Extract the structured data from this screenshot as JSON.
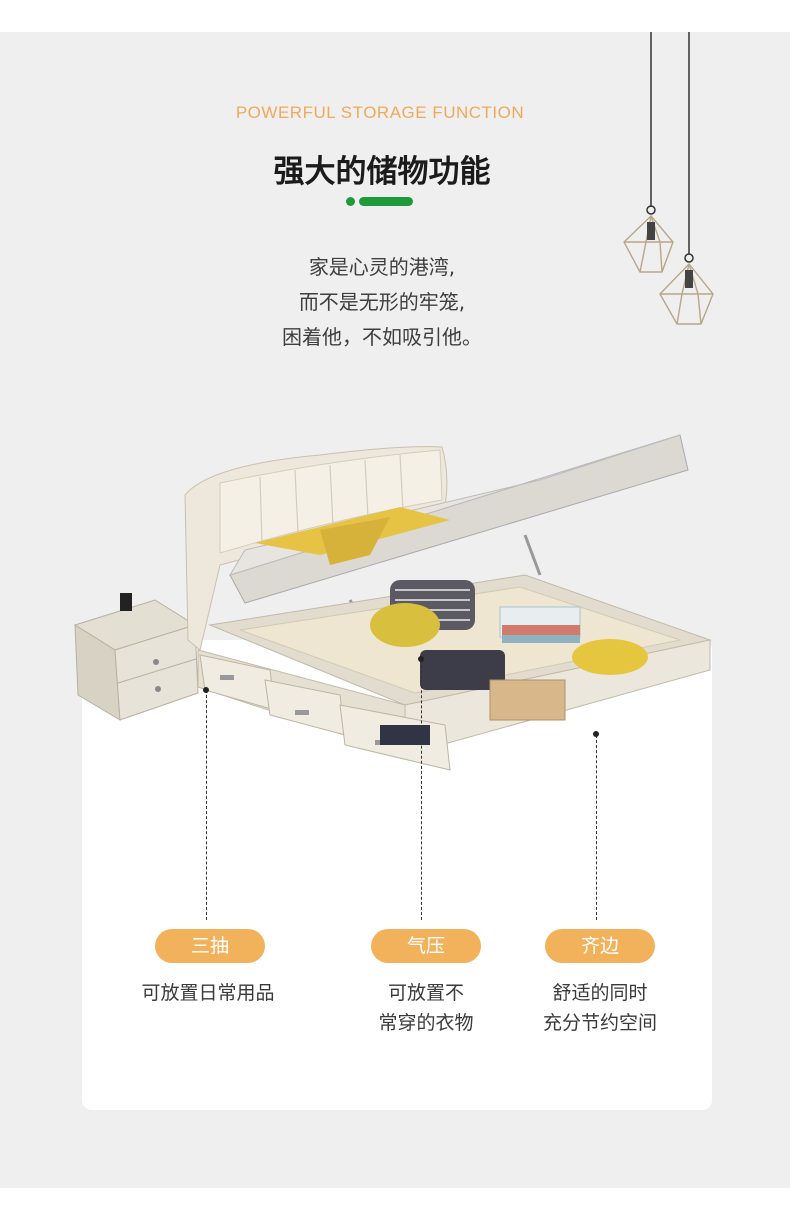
{
  "header": {
    "eyebrow": "POWERFUL STORAGE FUNCTION",
    "title": "强大的储物功能"
  },
  "intro": {
    "lines": [
      "家是心灵的港湾,",
      "而不是无形的牢笼,",
      "困着他，不如吸引他。"
    ]
  },
  "features": [
    {
      "label": "三抽",
      "lines": [
        "可放置日常用品"
      ]
    },
    {
      "label": "气压",
      "lines": [
        "可放置不",
        "常穿的衣物"
      ]
    },
    {
      "label": "齐边",
      "lines": [
        "舒适的同时",
        "充分节约空间"
      ]
    }
  ],
  "colors": {
    "accent_orange": "#f2b25c",
    "eyebrow_orange": "#eeaa5a",
    "accent_green": "#1f9a3a",
    "background": "#efefef"
  },
  "images": {
    "lamps": "pendant-lamps-illustration",
    "bed": "storage-bed-illustration"
  }
}
